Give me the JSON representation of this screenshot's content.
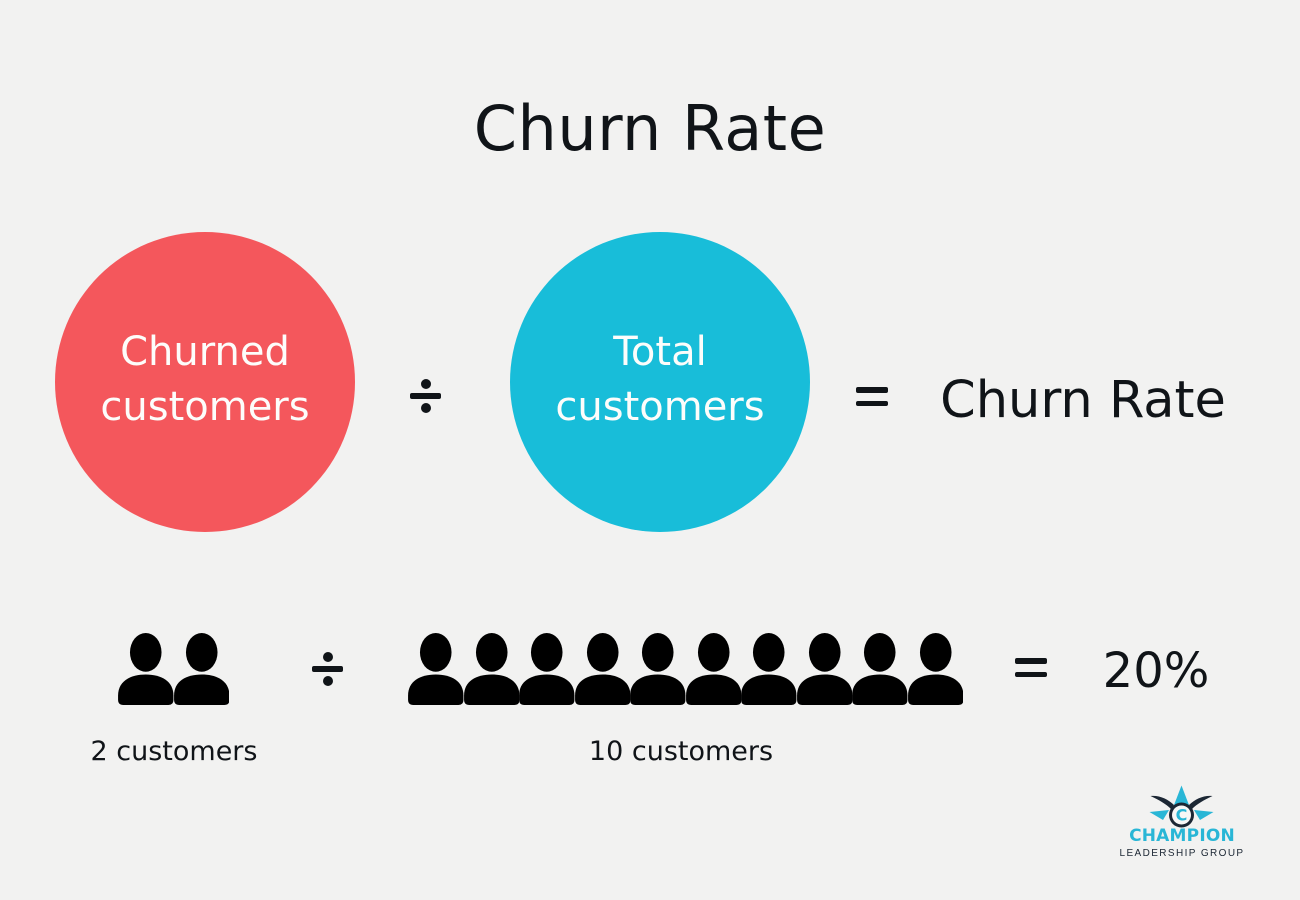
{
  "title": "Churn Rate",
  "colors": {
    "background": "#f2f2f1",
    "churned_circle": "#f4575c",
    "total_circle": "#18bdd9",
    "text": "#101418",
    "circle_text": "#fdfdfb",
    "logo_accent": "#29b6d6",
    "logo_dark": "#1c2734"
  },
  "formula": {
    "churned_circle_lines": [
      "Churned",
      "customers"
    ],
    "divide_symbol": "÷",
    "total_circle_lines": [
      "Total",
      "customers"
    ],
    "equals_symbol": "=",
    "result_label": "Churn Rate"
  },
  "example": {
    "churned_count": 2,
    "churned_caption": "2 customers",
    "divide_symbol": "÷",
    "total_count": 10,
    "total_caption": "10 customers",
    "equals_symbol": "=",
    "result_value": "20%"
  },
  "logo": {
    "brand_name": "CHAMPION",
    "tagline": "LEADERSHIP GROUP"
  }
}
